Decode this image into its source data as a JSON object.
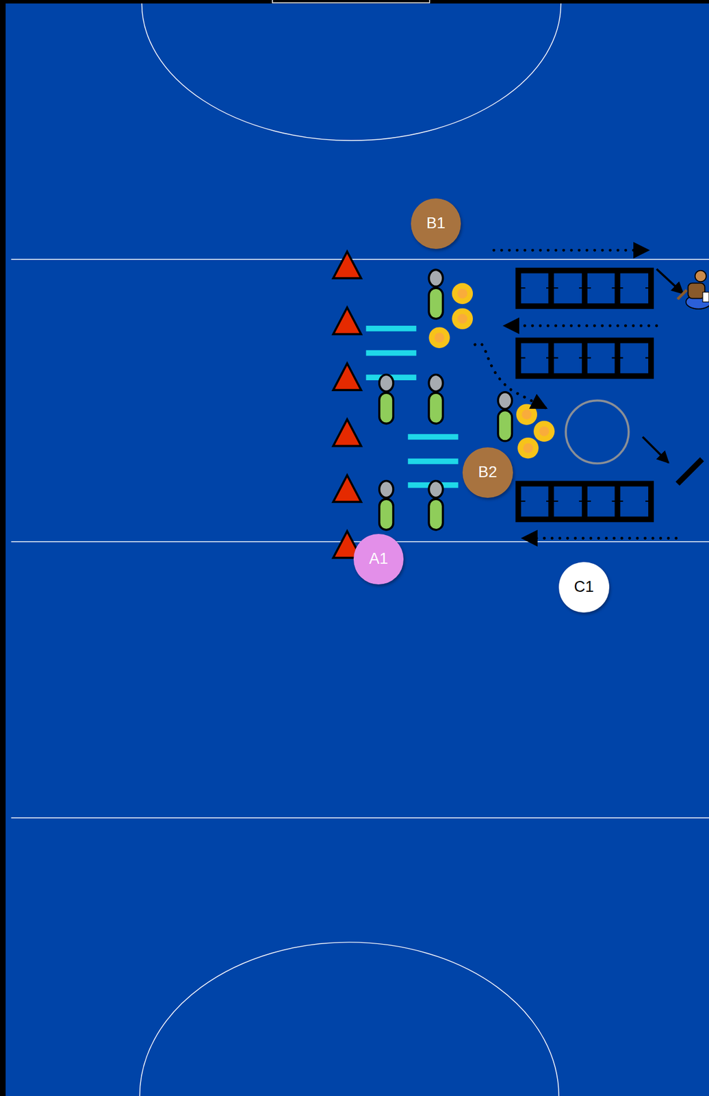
{
  "diagram": {
    "nodes": [
      {
        "text": [
          "B1"
        ]
      },
      {
        "text": [
          "B2"
        ]
      },
      {
        "text": [
          "A1"
        ]
      },
      {
        "text": [
          "C1"
        ]
      }
    ]
  }
}
